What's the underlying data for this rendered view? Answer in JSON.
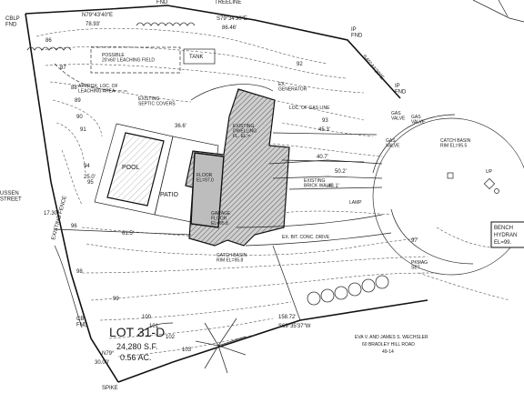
{
  "labels": {
    "cblp_fnd": "CBLP\nFND",
    "top_fnd": "FND",
    "treeline": "TREELINE",
    "ip_fnd_top": "IP\nFND",
    "ip_fnd_right": "IP\nFND",
    "bearing_top_left": "N79°43'40\"E",
    "dist_top_left": "78.93'",
    "bearing_top_right": "S79°34'30\"E",
    "dist_top_right": "86.46'",
    "bearing_right": "S40°44'20\"E",
    "possible_field": "POSSIBLE\n20'x60' LEACHING FIELD",
    "tank": "TANK",
    "approx_leaching": "APPROX. LOC. OF\nLEACHING AREA",
    "existing_septic": "EXISTING\nSEPTIC COVERS",
    "generator": "EX.\nGENERATOR",
    "gas_line": "LOC. OF GAS LINE",
    "gas_valve_1": "GAS\nVALVE",
    "gas_valve_2": "GAS\nVALVE",
    "gas_valve_3": "GAS\nVALVE",
    "catch_basin_right": "CATCH BASIN\nRIM EL=95.5",
    "up": "UP",
    "bench": "BENCH",
    "hydrant": "HYDRAN",
    "hydrant_el": "EL=99.",
    "pool": "POOL",
    "patio": "PATIO",
    "existing_dwelling": "EXISTING\nDWELLING\nFL. EL.=",
    "floor": "FLOOR\nEL=97.0",
    "garage_floor": "GARAGE\nFLOOR\nEL=95.8",
    "brick_walk": "EXISTING\nBRICK WALK",
    "lamp": "LAMP",
    "ex_drive": "EX. BIT. CONC. DRIVE",
    "catch_basin_mid": "CATCH BASIN\nRIM EL=95.8",
    "pkmag_set": "PKMAG\nSET",
    "lot_number": "LOT 31-D",
    "lot_area_sf": "24,280 S.F.",
    "lot_area_ac": "0.56 AC.",
    "owner_1": "EVA V. AND JAMES S. WECHSLER",
    "owner_2": "60 BRADLEY HILL ROAD",
    "owner_3": "49-14",
    "cb_fnd": "CB\nFND",
    "spike": "SPIKE",
    "street_left": "USSEN\nSTREET",
    "existing_fence": "EXISTING FENCE",
    "dist_left": "17.30'",
    "dim_61": "61.5'",
    "dim_45": "45.3'",
    "dim_40_7": "40.7'",
    "dim_48_1": "48.1'",
    "dim_50": "50.2'",
    "dim_158": "158.72'",
    "bearing_bottom": "S69°35'37\"W",
    "dim_30": "30.00'",
    "bearing_bottom_left": "N79°",
    "dim_36": "36.6'",
    "dim_25": "25.0'"
  },
  "contours": {
    "c86": "86",
    "c87": "87",
    "c88": "88",
    "c89": "89",
    "c90": "90",
    "c91": "91",
    "c92": "92",
    "c93": "93",
    "c94": "94",
    "c95": "95",
    "c96": "96",
    "c97": "97",
    "c98": "98",
    "c99": "99",
    "c100": "100",
    "c101": "101",
    "c102": "102",
    "c103": "103"
  }
}
